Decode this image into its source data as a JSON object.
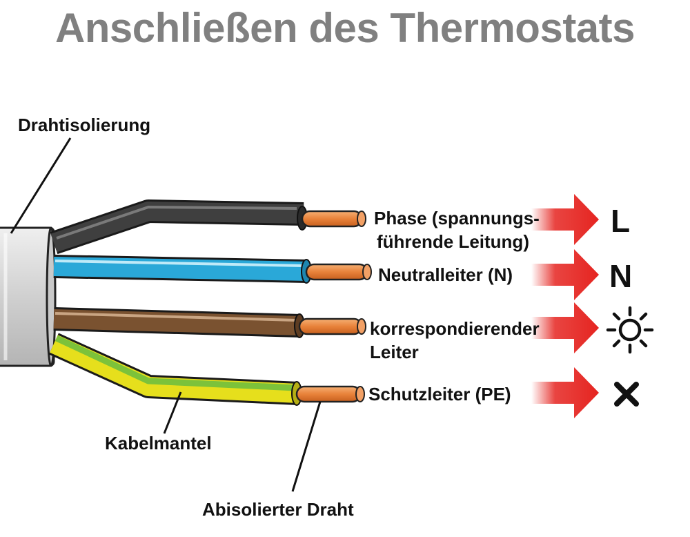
{
  "title": "Anschließen des Thermostats",
  "labels": {
    "insulation": "Drahtisolierung",
    "sheath": "Kabelmantel",
    "stripped": "Abisolierter Draht"
  },
  "wires": [
    {
      "color_name": "black",
      "color": "#3a3a3a",
      "line1": "Phase (spannungs-",
      "line2": "führende Leitung)",
      "symbol": "L",
      "symbol_icon": ""
    },
    {
      "color_name": "blue",
      "color": "#2aa8d8",
      "line1": "Neutralleiter (N)",
      "line2": "",
      "symbol": "N",
      "symbol_icon": ""
    },
    {
      "color_name": "brown",
      "color": "#7a5230",
      "line1": "korrespondierender",
      "line2": "Leiter",
      "symbol": "",
      "symbol_icon": "sun-icon"
    },
    {
      "color_name": "green-yellow",
      "color": "#d8d21a",
      "line1": "Schutzleiter (PE)",
      "line2": "",
      "symbol": "",
      "symbol_icon": "cross-icon"
    }
  ],
  "colors": {
    "title": "#808080",
    "arrow": "#e52420",
    "copper": "#e8823a",
    "cable": "#d4d4d4"
  }
}
